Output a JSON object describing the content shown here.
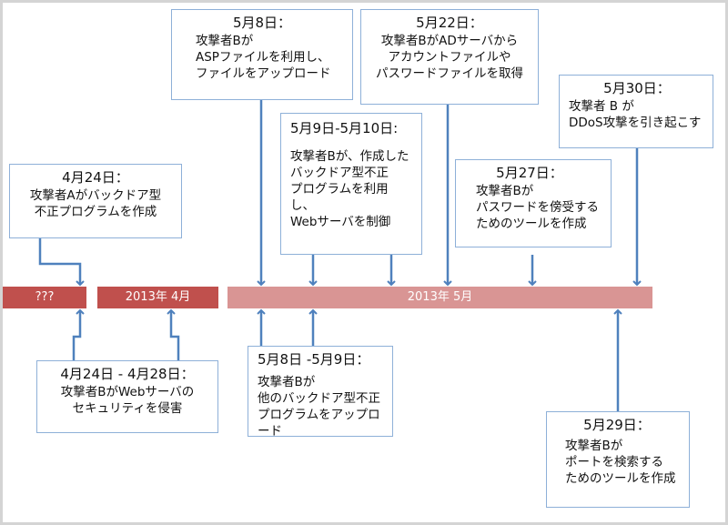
{
  "colors": {
    "bar_dark": "#c0504d",
    "bar_light": "#d99594",
    "arrow": "#4f81bd",
    "box_border": "#8eb0d8"
  },
  "timeline": {
    "segments": [
      {
        "label": "???",
        "style": "dark"
      },
      {
        "label": "2013年 4月",
        "style": "dark"
      },
      {
        "label": "2013年 5月",
        "style": "light"
      }
    ]
  },
  "events_above": [
    {
      "date": "4月24日：",
      "desc": "攻撃者Aがバックドア型\n不正プログラムを作成"
    },
    {
      "date": "5月8日：",
      "desc": "攻撃者Bが\nASPファイルを利用し、\nファイルをアップロード"
    },
    {
      "date": "5月9日-5月10日:",
      "desc": "攻撃者Bが、作成した\nバックドア型不正\nプログラムを利用し、\nWebサーバを制御"
    },
    {
      "date": "5月22日：",
      "desc": "攻撃者BがADサーバから\nアカウントファイルや\nパスワードファイルを取得"
    },
    {
      "date": "5月27日：",
      "desc": "攻撃者Bが\nパスワードを傍受する\nためのツールを作成"
    },
    {
      "date": "5月30日：",
      "desc": "攻撃者 B が\nDDoS攻撃を引き起こす"
    }
  ],
  "events_below": [
    {
      "date": "4月24日 - 4月28日：",
      "desc": "攻撃者BがWebサーバの\nセキュリティを侵害"
    },
    {
      "date": "5月8日 -5月9日：",
      "desc": "攻撃者Bが\n他のバックドア型不正\nプログラムをアップロード"
    },
    {
      "date": "5月29日：",
      "desc": "攻撃者Bが\nポートを検索する\nためのツールを作成"
    }
  ]
}
